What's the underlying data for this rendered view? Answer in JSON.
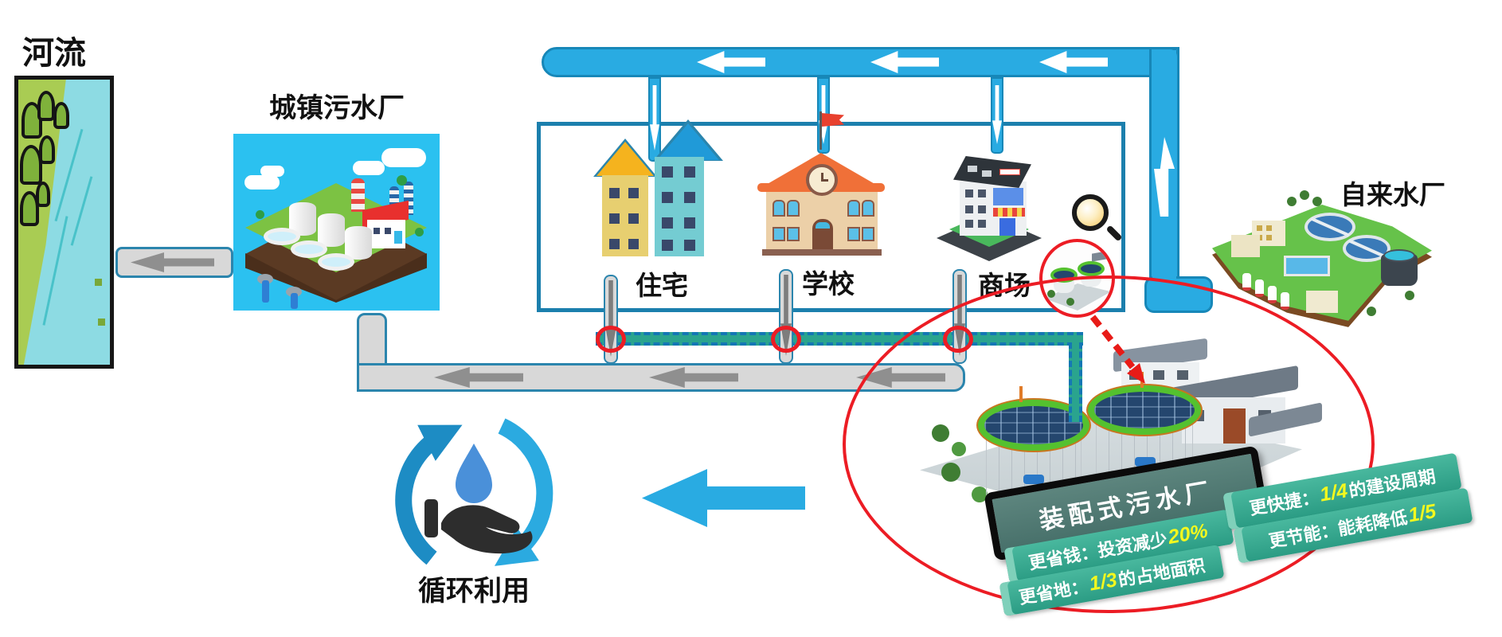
{
  "labels": {
    "river": "河流",
    "sewage_plant": "城镇污水厂",
    "residential": "住宅",
    "school": "学校",
    "mall": "商场",
    "waterworks": "自来水厂",
    "recycle": "循环利用",
    "prefab_plant": "装配式污水厂"
  },
  "badges": [
    {
      "prefix": "更省钱：投资减少",
      "value": "20%",
      "suffix": ""
    },
    {
      "prefix": "更省地：",
      "value": "1/3",
      "suffix": "的占地面积"
    },
    {
      "prefix": "更快捷：",
      "value": "1/4",
      "suffix": "的建设周期"
    },
    {
      "prefix": "更节能：能耗降低",
      "value": "1/5",
      "suffix": ""
    }
  ],
  "icons": {
    "magnifier": "magnifying-glass",
    "recycle": "circular-arrows-hand-waterdrop",
    "flag": "red-school-flag"
  },
  "colors": {
    "pipe_blue": "#29abe2",
    "pipe_outline": "#1787b8",
    "box_border": "#1b7fad",
    "gray_pipe": "#d8d8d8",
    "gray_arrow": "#8f8f8f",
    "reclaimed_core": "#2aa48e",
    "reclaimed_dash": "#1477b4",
    "alert_red": "#ec1c24",
    "badge_green": "#2b9c84",
    "badge_value_yellow": "#f4f81e",
    "banner_bg": "#47706a",
    "factory_sky": "#2bc1f0"
  }
}
